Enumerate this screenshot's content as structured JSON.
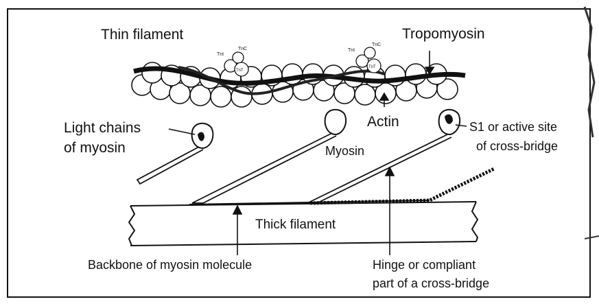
{
  "labels": {
    "thin_filament": "Thin filament",
    "tropomyosin": "Tropomyosin",
    "light_chains_1": "Light chains",
    "light_chains_2": "of myosin",
    "actin": "Actin",
    "s1_1": "S1 or active site",
    "s1_2": "of cross-bridge",
    "myosin": "Myosin",
    "thick_filament": "Thick filament",
    "backbone": "Backbone of myosin molecule",
    "hinge_1": "Hinge or compliant",
    "hinge_2": "part of a cross-bridge",
    "tn_1a": "TnI",
    "tn_1b": "TnC",
    "tn_1c": "TnT",
    "tn_2a": "TnI",
    "tn_2b": "TnC",
    "tn_2c": "TnT"
  }
}
